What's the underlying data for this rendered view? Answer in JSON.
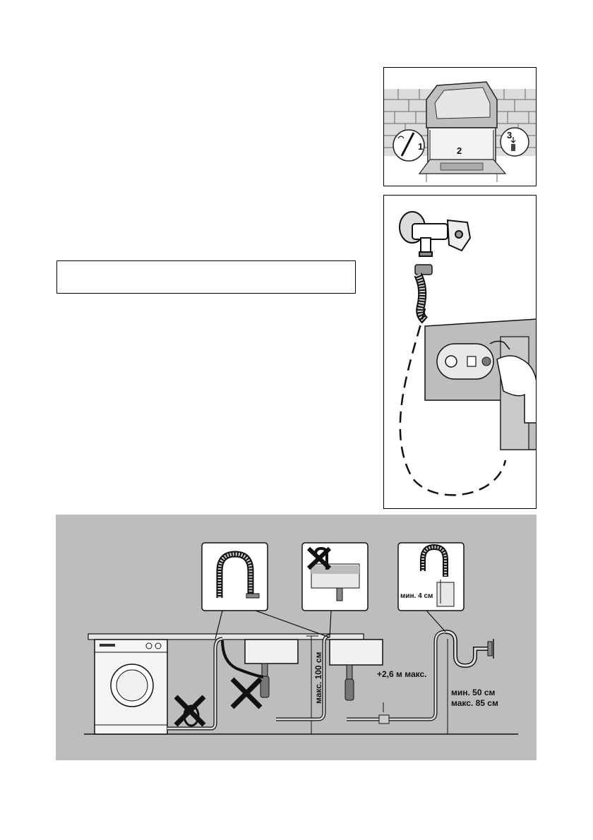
{
  "install_figure": {
    "steps": [
      "1",
      "2",
      "3"
    ]
  },
  "drain_diagram": {
    "labels": {
      "max_100": "макс. 100 см",
      "extension": "+2,6 м макс.",
      "min_50": "мин. 50 см",
      "max_85": "макс. 85 см",
      "min_4": "мин. 4 см"
    }
  },
  "colors": {
    "diagram_bg": "#bdbdbd",
    "panel_bg": "#ffffff",
    "line": "#111111"
  }
}
